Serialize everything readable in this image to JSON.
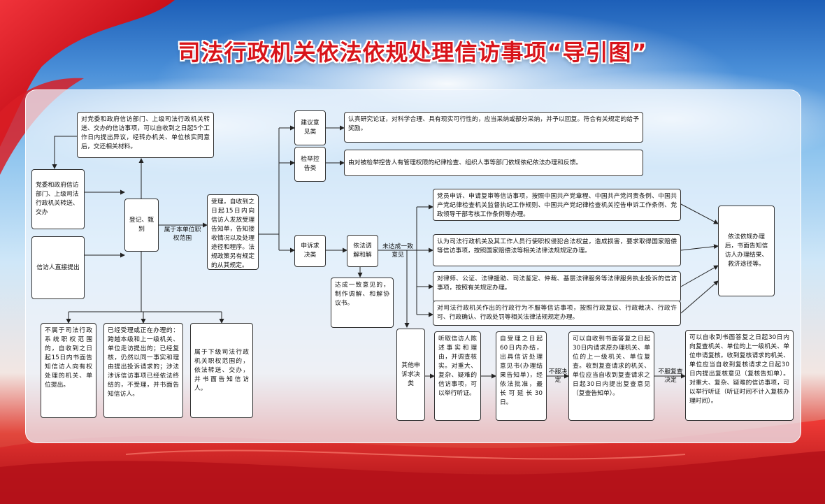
{
  "title": "司法行政机关依法依规处理信访事项“导引图”",
  "colors": {
    "title_red": "#d8141a",
    "flag_red": "#c8101a",
    "line": "#222222"
  },
  "nodes": {
    "forward_note": "对党委和政府信访部门、上级司法行政机关转送、交办的信访事项，可以自收到之日起5个工作日内提出异议，经转办机关、单位核实同意后，交还相关材料。",
    "party_gov": "党委和政府信访部门、上级司法行政机关转送、交办",
    "petitioner": "信访人直接提出",
    "register": "登记、甄别",
    "accept": "受理，自收到之日起15日内向信访人发放受理告知单，告知接收情况以及处理途径和程序。法规政策另有规定的从其规定。",
    "suggestion": "建议意见类",
    "suggestion_action": "认真研究论证，对科学合理、具有现实可行性的，应当采纳或部分采纳，并予以回复。符合有关规定的给予奖励。",
    "report": "检举控告类",
    "report_action": "由对被检举控告人有管理权限的纪律检查、组织人事等部门依规依纪依法办理和反馈。",
    "appeal": "申诉求决类",
    "mediate": "依法调解和解",
    "agreement": "达成一致意见的，制作调解、和解协议书。",
    "branch_party": "党员申诉、申请复审等信访事项，按照中国共产党章程、中国共产党问责条例、中国共产党纪律检查机关监督执纪工作规则、中国共产党纪律检查机关控告申诉工作条例、党政领导干部考核工作条例等办理。",
    "branch_compensation": "认为司法行政机关及其工作人员行使职权侵犯合法权益，造成损害，要求取得国家赔偿等信访事项，按照国家赔偿法等相关法律法规规定办理。",
    "branch_legal_service": "对律师、公证、法律援助、司法鉴定、仲裁、基层法律服务等法律服务执业投诉的信访事项，按照有关规定办理。",
    "branch_admin": "对司法行政机关作出的行政行为不服等信访事项，按照行政复议、行政裁决、行政许可、行政确认、行政处罚等相关法律法规规定办理。",
    "result": "依法依规办理后，书面告知信访人办理结果、救济途径等。",
    "other_appeal": "其他申诉求决类",
    "hear": "听取信访人陈述事实和理由，并调查核实。对重大、复杂、疑难的信访事项，可以举行听证。",
    "deadline": "自受理之日起60日内办结，出具信访处理意见书(办理结果告知单)，经依法批准，最长可延长30日。",
    "review": "可以自收到书面答复之日起30日内请求原办理机关、单位的上一级机关、单位复查。收到复查请求的机关、单位应当自收到复查请求之日起30日内提出复查意见（复查告知单）。",
    "recheck": "可以自收到书面答复之日起30日内向复查机关、单位的上一级机关、单位申请复核。收到复核请求的机关、单位应当自收到复核请求之日起30日内提出复核意见（复核告知单）。对重大、复杂、疑难的信访事项，可以举行听证（听证时间不计入复核办理时间）。",
    "not_in_system": "不属于司法行政系统职权范围的，自收到之日起15日内书面告知信访人向有权处理的机关、单位提出。",
    "already": "已经受理或正在办理的：跨越本级和上一级机关、单位走访提出的；已经复核，仍然以同一事实和理由提出投诉请求的；涉法涉诉信访事项已经依法终结的，不受理，并书面告知信访人。",
    "subordinate": "属于下级司法行政机关职权范围的，依法转送、交办，并书面告知信访人。"
  },
  "labels": {
    "own_scope": "属于本单位职权范围",
    "no_agreement": "未达成一致意见",
    "dissatisfied_1": "不服决定",
    "dissatisfied_2": "不服复查决定"
  }
}
